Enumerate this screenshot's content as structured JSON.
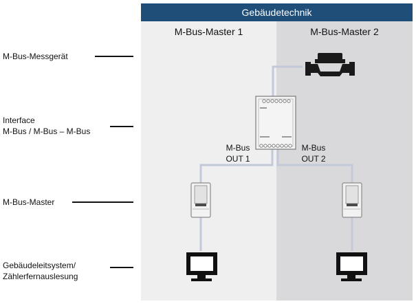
{
  "header": {
    "title": "Gebäudetechnik"
  },
  "columns": [
    {
      "title": "M-Bus-Master 1"
    },
    {
      "title": "M-Bus-Master 2"
    }
  ],
  "labels": {
    "meter": "M-Bus-Messgerät",
    "interface_line1": "Interface",
    "interface_line2": "M-Bus / M-Bus – M-Bus",
    "master": "M-Bus-Master",
    "bms_line1": "Gebäudeleitsystem/",
    "bms_line2": "Zählerfernauslesung"
  },
  "outputs": {
    "out1_line1": "M-Bus",
    "out1_line2": "OUT 1",
    "out2_line1": "M-Bus",
    "out2_line2": "OUT 2"
  },
  "colors": {
    "header": "#1f4e79",
    "panel_left": "#efefef",
    "panel_right": "#d9d9db",
    "wire": "#c3c9d8"
  }
}
